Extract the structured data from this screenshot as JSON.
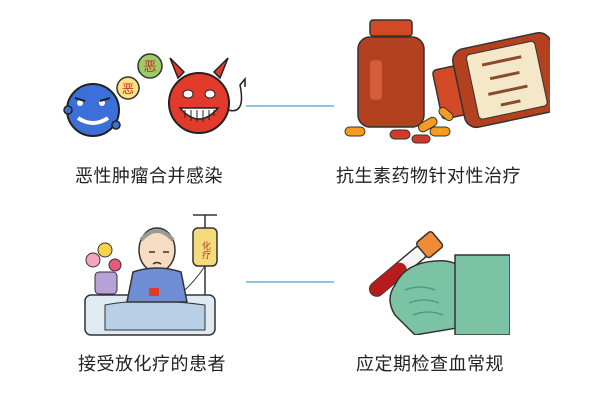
{
  "panels": {
    "top_left": {
      "caption": "恶性肿瘤合并感染",
      "bubble_1": "恶",
      "bubble_2": "恶"
    },
    "top_right": {
      "caption": "抗生素药物针对性治疗"
    },
    "bottom_left": {
      "caption": "接受放化疗的患者",
      "bag_label": "化疗"
    },
    "bottom_right": {
      "caption": "应定期检查血常规"
    }
  },
  "colors": {
    "connector": "#8fc3e0",
    "red_devil": "#e23b2c",
    "blue_germ": "#3d6fd8",
    "bottle": "#b3401f",
    "bottle_cap": "#d24a25",
    "pill_orange": "#f59b1d",
    "pill_red": "#d3392b",
    "glove": "#7cc3a6",
    "blood": "#b71c1c",
    "tube_cap": "#f28b38"
  }
}
